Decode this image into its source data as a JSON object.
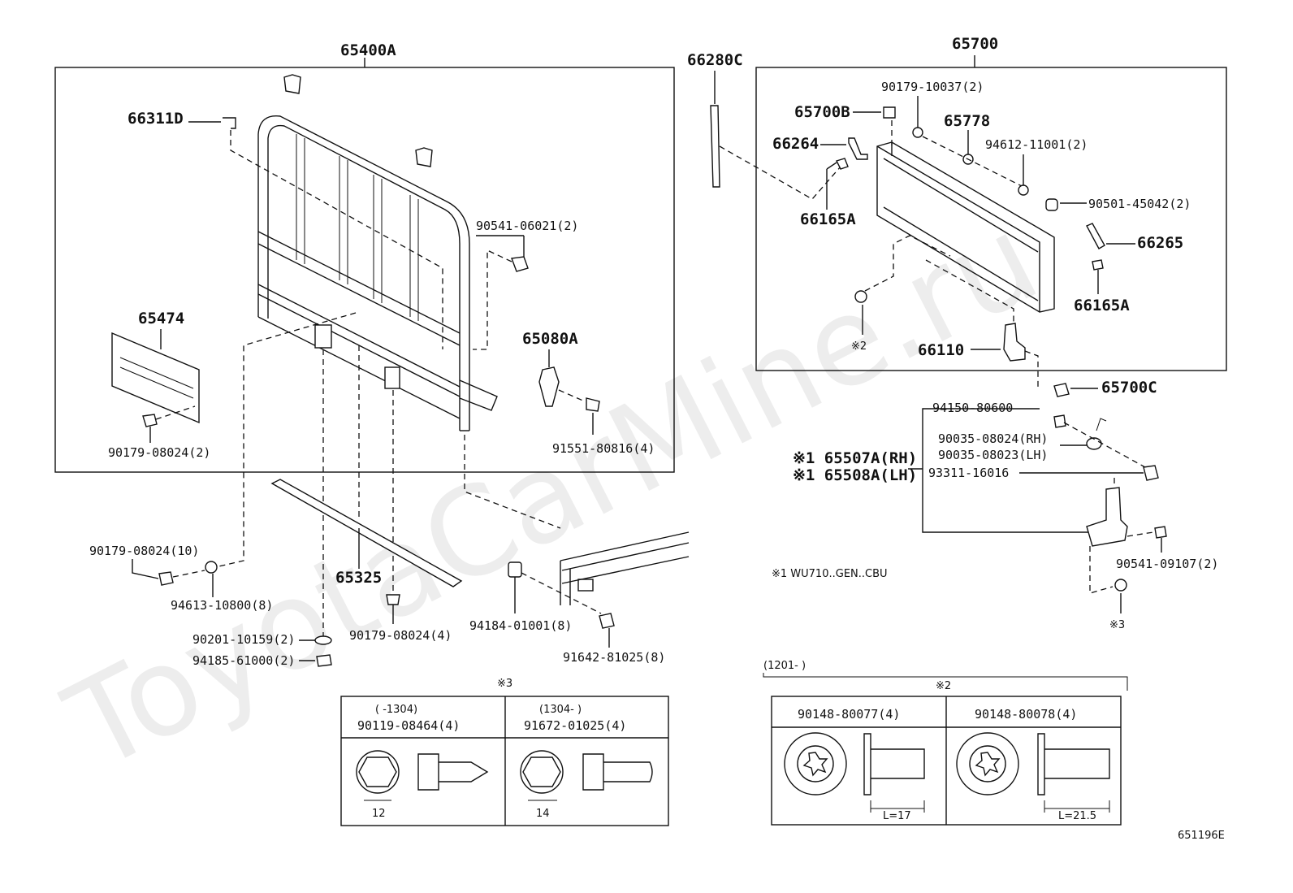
{
  "watermark": "ToyotaCarMine.ru",
  "figure_id": "651196E",
  "groups": {
    "left_frame": "65400A",
    "right_frame": "65700"
  },
  "labels": {
    "p66311D": "66311D",
    "p90541_06021": "90541-06021(2)",
    "p65474": "65474",
    "p65080A": "65080A",
    "p90179_08024_2": "90179-08024(2)",
    "p91551_80816": "91551-80816(4)",
    "p90179_08024_10": "90179-08024(10)",
    "p94613_10800": "94613-10800(8)",
    "p65325": "65325",
    "p90179_08024_4": "90179-08024(4)",
    "p90201_10159": "90201-10159(2)",
    "p94185_61000": "94185-61000(2)",
    "p94184_01001": "94184-01001(8)",
    "p91642_81025": "91642-81025(8)",
    "p66280C": "66280C",
    "p90179_10037": "90179-10037(2)",
    "p65700B": "65700B",
    "p65778": "65778",
    "p66264": "66264",
    "p94612_11001": "94612-11001(2)",
    "p90501_45042": "90501-45042(2)",
    "p66165A_1": "66165A",
    "p66265": "66265",
    "p66165A_2": "66165A",
    "mark2": "※2",
    "p66110": "66110",
    "p65700C": "65700C",
    "p94150_80600": "94150-80600",
    "p90035_08024": "90035-08024(RH)",
    "p90035_08023": "90035-08023(LH)",
    "p65507A": "※1 65507A(RH)",
    "p65508A": "※1 65508A(LH)",
    "p93311_16016": "93311-16016",
    "p90541_09107": "90541-09107(2)",
    "mark3": "※3",
    "note1": "※1 WU710..GEN..CBU"
  },
  "table_left": {
    "header": "※3",
    "cols": [
      {
        "range": "(      -1304)",
        "part": "90119-08464(4)",
        "dim": "12"
      },
      {
        "range": "(1304-      )",
        "part": "91672-01025(4)",
        "dim": "14"
      }
    ]
  },
  "table_right": {
    "range": "(1201-      )",
    "header": "※2",
    "cols": [
      {
        "part": "90148-80077(4)",
        "dim": "L=17"
      },
      {
        "part": "90148-80078(4)",
        "dim": "L=21.5"
      }
    ]
  }
}
